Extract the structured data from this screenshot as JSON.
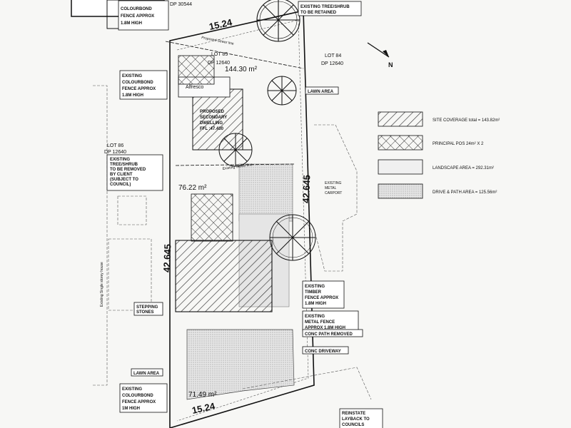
{
  "boundary_dimensions": {
    "frontage_top": "15.24",
    "frontage_bottom": "15.24",
    "side_left": "42.645",
    "side_right": "42.645"
  },
  "lots": {
    "top_dp": "DP 30544",
    "lot_85": "LOT 85",
    "lot_85_dp": "DP 12640",
    "lot_84": "LOT 84",
    "lot_84_dp": "DP 12640",
    "lot_86": "LOT 86",
    "lot_86_dp": "DP 12640"
  },
  "areas": {
    "rear_pos": "144.30 m²",
    "middle_pos": "76.22 m²",
    "front_pos": "71.49 m²"
  },
  "north_arrow": {
    "label": "N"
  },
  "labels": {
    "fence_top": [
      "COLOURBOND",
      "FENCE APPROX",
      "1.8M HIGH"
    ],
    "tree_retained": [
      "EXISTING TREE/SHRUB",
      "TO BE RETAINED"
    ],
    "fence_left": [
      "EXISTING",
      "COLOURBOND",
      "FENCE APPROX",
      "1.8M HIGH"
    ],
    "tree_removed": [
      "EXISTING",
      "TREE/SHRUB",
      "TO BE REMOVED",
      "BY CLIENT",
      "(SUBJECT TO",
      "COUNCIL)"
    ],
    "lawn_area_right": "LAWN AREA",
    "secondary_dwelling": [
      "PROPOSED",
      "SECONDARY",
      "DWELLING",
      "FFL :47.430"
    ],
    "alfresco": "Alfresco",
    "stepping_stones": [
      "STEPPING",
      "STONES"
    ],
    "timber_fence": [
      "EXISTING",
      "TIMBER",
      "FENCE APPROX",
      "1.8M HIGH"
    ],
    "metal_fence": [
      "EXISTING",
      "METAL FENCE",
      "APPROX 1.8M HIGH"
    ],
    "conc_path_removed": "CONC PATH REMOVED",
    "conc_driveway": "CONC DRIVEWAY",
    "lawn_area_left": "LAWN AREA",
    "fence_bottom": [
      "EXISTING",
      "COLOURBOND",
      "FENCE APPROX",
      "1M HIGH"
    ],
    "reinstate_layback": [
      "REINSTATE",
      "LAYBACK TO",
      "COUNCILS"
    ],
    "proposed_sewer": "Proposed Sewer line",
    "existing_sewer": "Existing Sewer line",
    "existing_metal_carport": [
      "EXISTING",
      "METAL",
      "CARPORT"
    ],
    "existing_house": "Existing Single storey house"
  },
  "legend": [
    {
      "label": "SITE COVERAGE  total = 143.82m²",
      "pattern": "diagonal"
    },
    {
      "label": "PRINCIPAL POS  24m² X 2",
      "pattern": "crosshatch"
    },
    {
      "label": "LANDSCAPE AREA = 292.31m²",
      "pattern": "light"
    },
    {
      "label": "DRIVE & PATH AREA = 125.56m²",
      "pattern": "dotted"
    }
  ],
  "colors": {
    "ink": "#111111",
    "paper": "#f7f7f5",
    "stipple": "#d9d9d9"
  }
}
